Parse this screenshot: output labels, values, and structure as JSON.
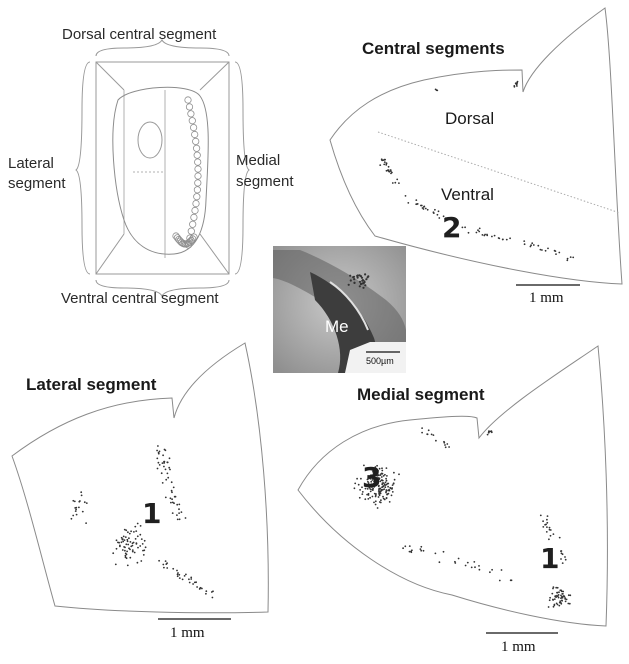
{
  "schematic": {
    "dorsal_label": "Dorsal central segment",
    "lateral_label": "Lateral\nsegment",
    "medial_label": "Medial\nsegment",
    "ventral_label": "Ventral central segment"
  },
  "central_panel": {
    "title": "Central segments",
    "dorsal": "Dorsal",
    "ventral": "Ventral",
    "marker": "2",
    "scale": "1 mm"
  },
  "inset": {
    "label": "Me",
    "scale": "500µm"
  },
  "lateral_panel": {
    "title": "Lateral segment",
    "marker": "1",
    "scale": "1 mm"
  },
  "medial_panel": {
    "title": "Medial segment",
    "marker_a": "3",
    "marker_b": "1",
    "scale": "1 mm"
  }
}
